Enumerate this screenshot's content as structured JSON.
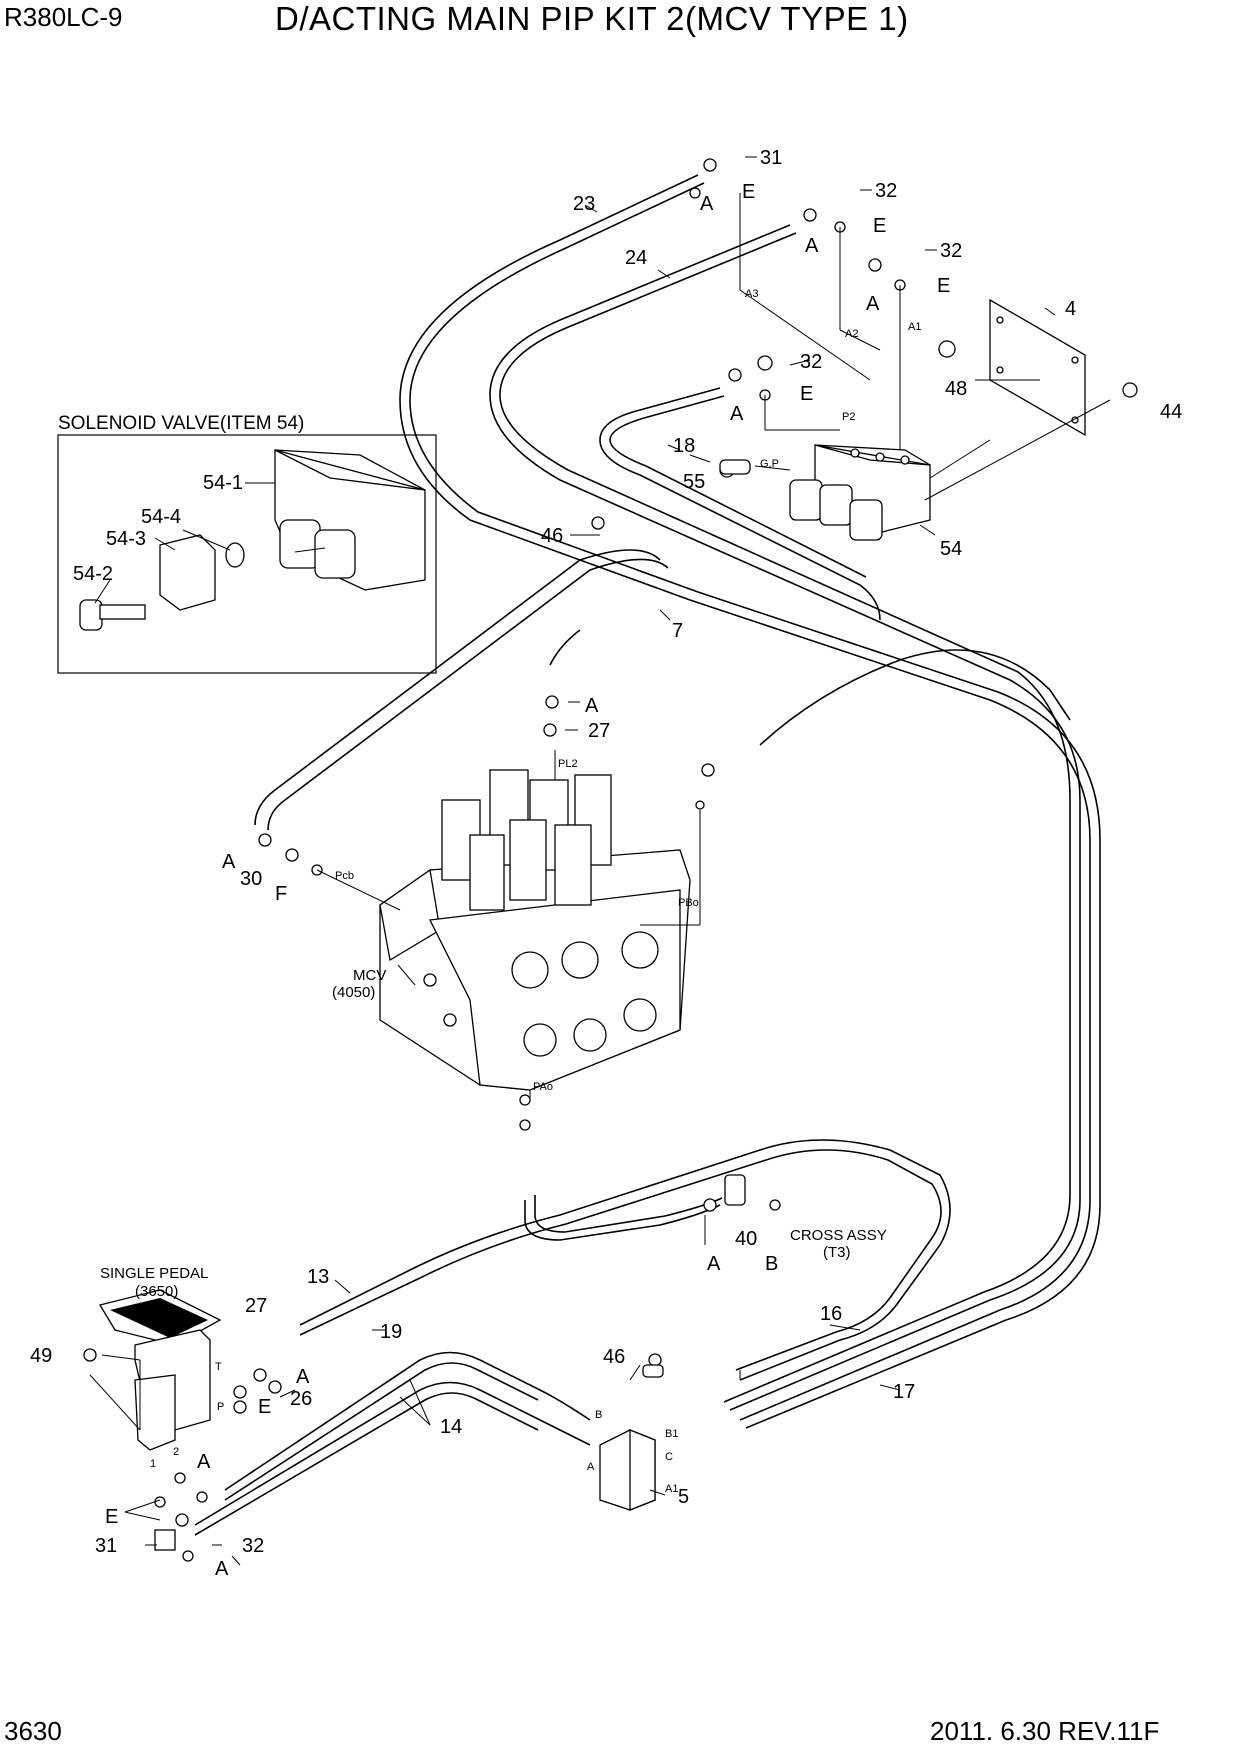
{
  "header": {
    "model": "R380LC-9",
    "title": "D/ACTING MAIN PIP KIT 2(MCV TYPE 1)"
  },
  "footer": {
    "page_number": "3630",
    "revision": "2011. 6.30  REV.11F"
  },
  "inset": {
    "title": "SOLENOID VALVE(ITEM 54)",
    "labels": [
      "54-1",
      "54-4",
      "54-3",
      "54-2"
    ]
  },
  "callouts": {
    "n31a": "31",
    "n32a": "32",
    "n32b": "32",
    "n32c": "32",
    "n23": "23",
    "n24": "24",
    "n4": "4",
    "n48": "48",
    "n44": "44",
    "n18": "18",
    "n55": "55",
    "n54": "54",
    "n46a": "46",
    "n7": "7",
    "n27a": "27",
    "n30": "30",
    "n13": "13",
    "n19": "19",
    "n27b": "27",
    "n26": "26",
    "n49": "49",
    "n14": "14",
    "n46b": "46",
    "n16": "16",
    "n17": "17",
    "n5": "5",
    "n40": "40",
    "n31b": "31",
    "n32d": "32"
  },
  "letters": {
    "A": "A",
    "E": "E",
    "F": "F",
    "B": "B"
  },
  "ports": {
    "a3": "A3",
    "a2": "A2",
    "a1": "A1",
    "p2": "P2",
    "gp": "G,P",
    "pl2": "PL2",
    "pcb": "Pcb",
    "pbo": "PBo",
    "pao": "PAo",
    "b": "B",
    "b1": "B1",
    "c": "C",
    "a": "A",
    "a1b": "A1",
    "t": "T",
    "p": "P",
    "one": "1",
    "two": "2"
  },
  "notes": {
    "mcv_line1": "MCV",
    "mcv_line2": "(4050)",
    "pedal_line1": "SINGLE PEDAL",
    "pedal_line2": "(3650)",
    "cross_line1": "CROSS ASSY",
    "cross_line2": "(T3)"
  }
}
